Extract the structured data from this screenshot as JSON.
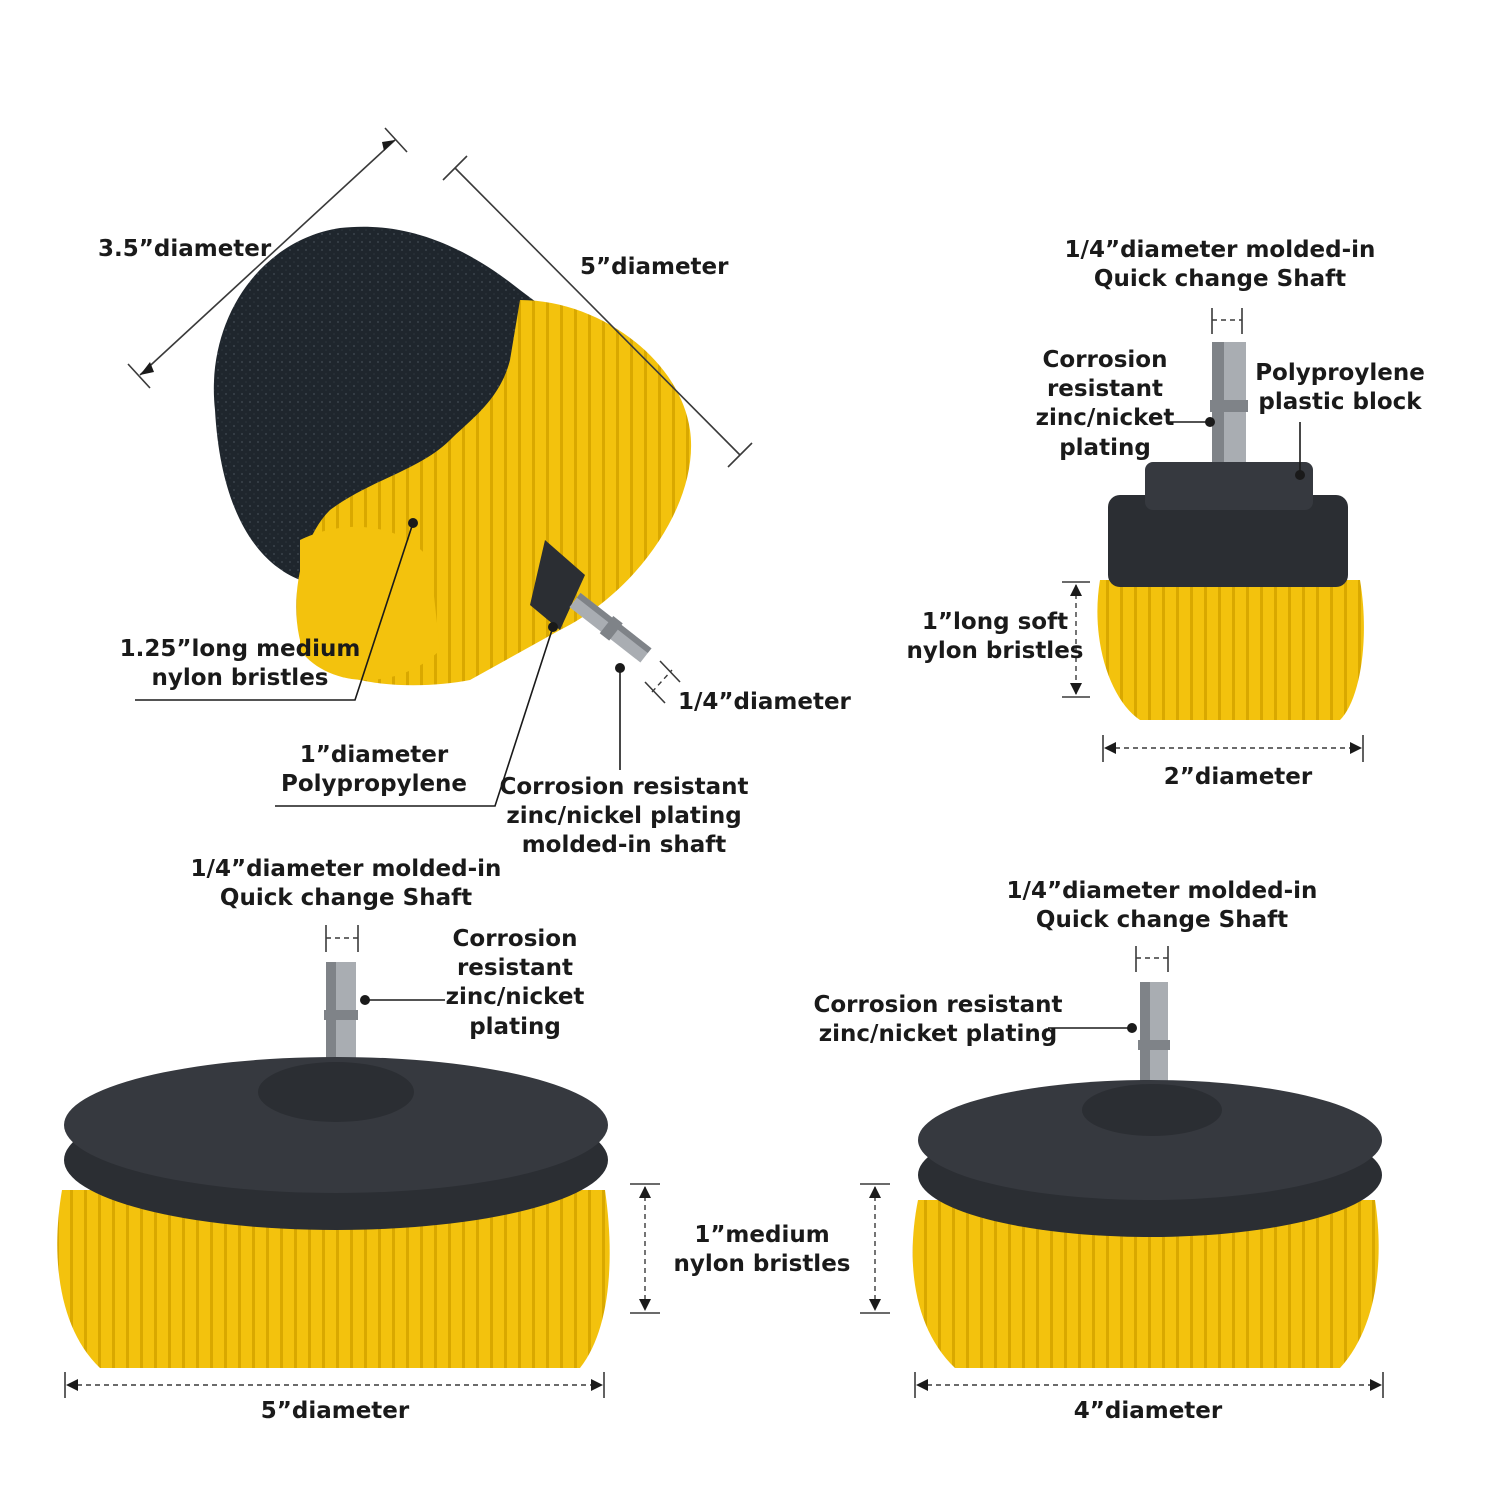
{
  "colors": {
    "bristle": "#f3c20d",
    "bristle_dark": "#d9a800",
    "hub": "#2b2e33",
    "black_bristle": "#1f262d",
    "shaft": "#a9adb2",
    "text": "#1a1a1a"
  },
  "icons": {
    "cone_brush": "drill-brush-cone-icon",
    "small_brush": "drill-brush-2in-icon",
    "large_brush": "drill-brush-5in-icon",
    "medium_brush": "drill-brush-4in-icon"
  },
  "cone_brush": {
    "dim_top_left": "3.5”diameter",
    "dim_top_right": "5”diameter",
    "bristles_line1": "1.25”long medium",
    "bristles_line2": "nylon bristles",
    "block_line1": "1”diameter",
    "block_line2": "Polypropylene",
    "shaft_dim": "1/4”diameter",
    "plating_line1": "Corrosion resistant",
    "plating_line2": "zinc/nickel plating",
    "plating_line3": "molded-in shaft"
  },
  "small_brush": {
    "shaft_line1": "1/4”diameter molded-in",
    "shaft_line2": "Quick change Shaft",
    "plating_line1": "Corrosion",
    "plating_line2": "resistant",
    "plating_line3": "zinc/nicket",
    "plating_line4": "plating",
    "block_line1": "Polyproylene",
    "block_line2": "plastic block",
    "bristles_line1": "1”long soft",
    "bristles_line2": "nylon bristles",
    "diameter": "2”diameter"
  },
  "large_brush": {
    "shaft_line1": "1/4”diameter molded-in",
    "shaft_line2": "Quick change Shaft",
    "plating_line1": "Corrosion",
    "plating_line2": "resistant",
    "plating_line3": "zinc/nicket",
    "plating_line4": "plating",
    "bristles_line1": "1”medium",
    "bristles_line2": "nylon bristles",
    "diameter": "5”diameter"
  },
  "medium_brush": {
    "shaft_line1": "1/4”diameter molded-in",
    "shaft_line2": "Quick change Shaft",
    "plating_line1": "Corrosion resistant",
    "plating_line2": "zinc/nicket plating",
    "diameter": "4”diameter"
  }
}
